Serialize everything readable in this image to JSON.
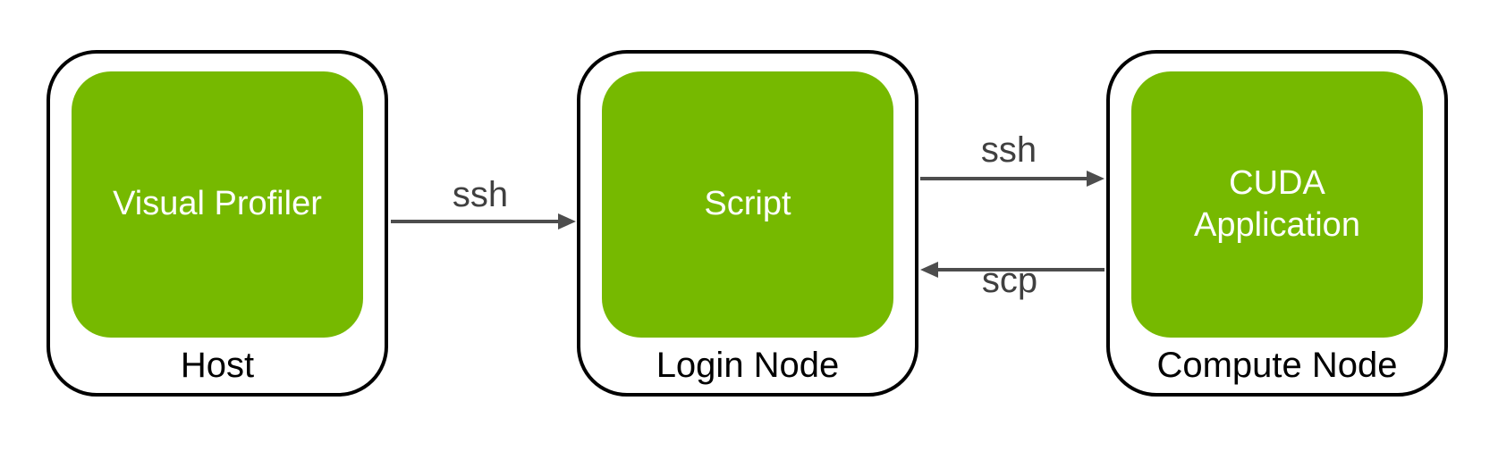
{
  "colors": {
    "background": "#ffffff",
    "node-green": "#76b900",
    "node-border": "#000000",
    "inner-text": "#ffffff",
    "label-text": "#000000",
    "arrow": "#4d4d4d",
    "arrow-label": "#404040"
  },
  "nodes": [
    {
      "inner_label": "Visual Profiler",
      "outer_label": "Host"
    },
    {
      "inner_label": "Script",
      "outer_label": "Login Node"
    },
    {
      "inner_label": "CUDA\nApplication",
      "outer_label": "Compute Node"
    }
  ],
  "edges": [
    {
      "label": "ssh",
      "from": "Host",
      "to": "Login Node",
      "direction": "right"
    },
    {
      "label": "ssh",
      "from": "Login Node",
      "to": "Compute Node",
      "direction": "right"
    },
    {
      "label": "scp",
      "from": "Compute Node",
      "to": "Login Node",
      "direction": "left"
    }
  ]
}
